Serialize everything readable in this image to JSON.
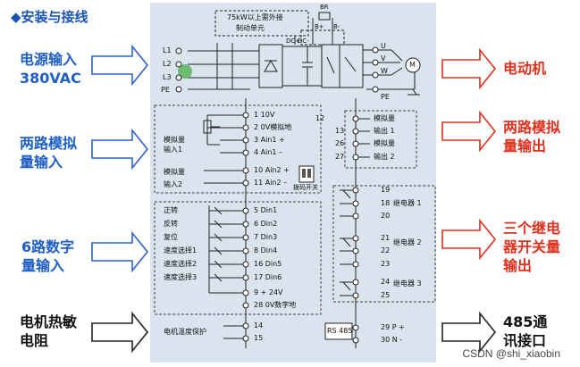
{
  "title": "◆安装与接线",
  "left_labels": [
    {
      "l1": "电源输入",
      "l2": "380VAC"
    },
    {
      "l1": "两路模拟",
      "l2": "量输入"
    },
    {
      "l1": "6路数字",
      "l2": "量输入"
    },
    {
      "l1": "电机热敏",
      "l2": "电阻"
    }
  ],
  "right_labels": [
    {
      "l1": "电动机",
      "l2": ""
    },
    {
      "l1": "两路模拟",
      "l2": "量输出"
    },
    {
      "l1": "三个继电",
      "l2": "器开关量",
      "l3": "输出"
    },
    {
      "l1": "485通",
      "l2": "讯接口"
    }
  ],
  "top_box": {
    "line1": "75kW以上需外接",
    "line2": "制动单元"
  },
  "bus": {
    "dc_plus": "DC+",
    "dc_minus": "DC-",
    "br": "BR",
    "b_plus": "B+",
    "b_minus": "B-"
  },
  "power_in": [
    "L1",
    "L2",
    "L3",
    "PE"
  ],
  "motor_out": [
    "U",
    "V",
    "W",
    "PE"
  ],
  "motor_symbol": "M",
  "analog_in": {
    "labels": [
      "模拟量",
      "输入1",
      "模拟量",
      "输入2"
    ],
    "terminals": [
      "1  10V",
      "2  0V模拟地",
      "3  Ain1 +",
      "4  Ain1 –",
      "10 Ain2 +",
      "11 Ain2 –"
    ],
    "dip": "拨码开关"
  },
  "analog_out": {
    "terminals": [
      "12",
      "13",
      "26",
      "27"
    ],
    "labels": [
      "模拟量",
      "输出 1",
      "模拟量",
      "输出 2"
    ]
  },
  "digital_in": {
    "labels": [
      "正转",
      "反转",
      "复位",
      "速度选择1",
      "速度选择2",
      "速度选择3"
    ],
    "terminals": [
      "5  Din1",
      "6  Din2",
      "7  Din3",
      "8  Din4",
      "16 Din5",
      "17 Din6",
      "9  + 24V",
      "28 0V数字地"
    ]
  },
  "relays": {
    "terminals": [
      "19",
      "18",
      "20",
      "21",
      "22",
      "23",
      "24",
      "25"
    ],
    "labels": [
      "继电器 1",
      "继电器 2",
      "继电器 3"
    ]
  },
  "thermistor": {
    "label": "电机温度保护",
    "terminals": [
      "14",
      "15"
    ]
  },
  "rs485": {
    "label": "RS 485",
    "terminals": [
      "29  P +",
      "30  N -"
    ]
  },
  "watermark": "CSDN @shi_xiaobin"
}
